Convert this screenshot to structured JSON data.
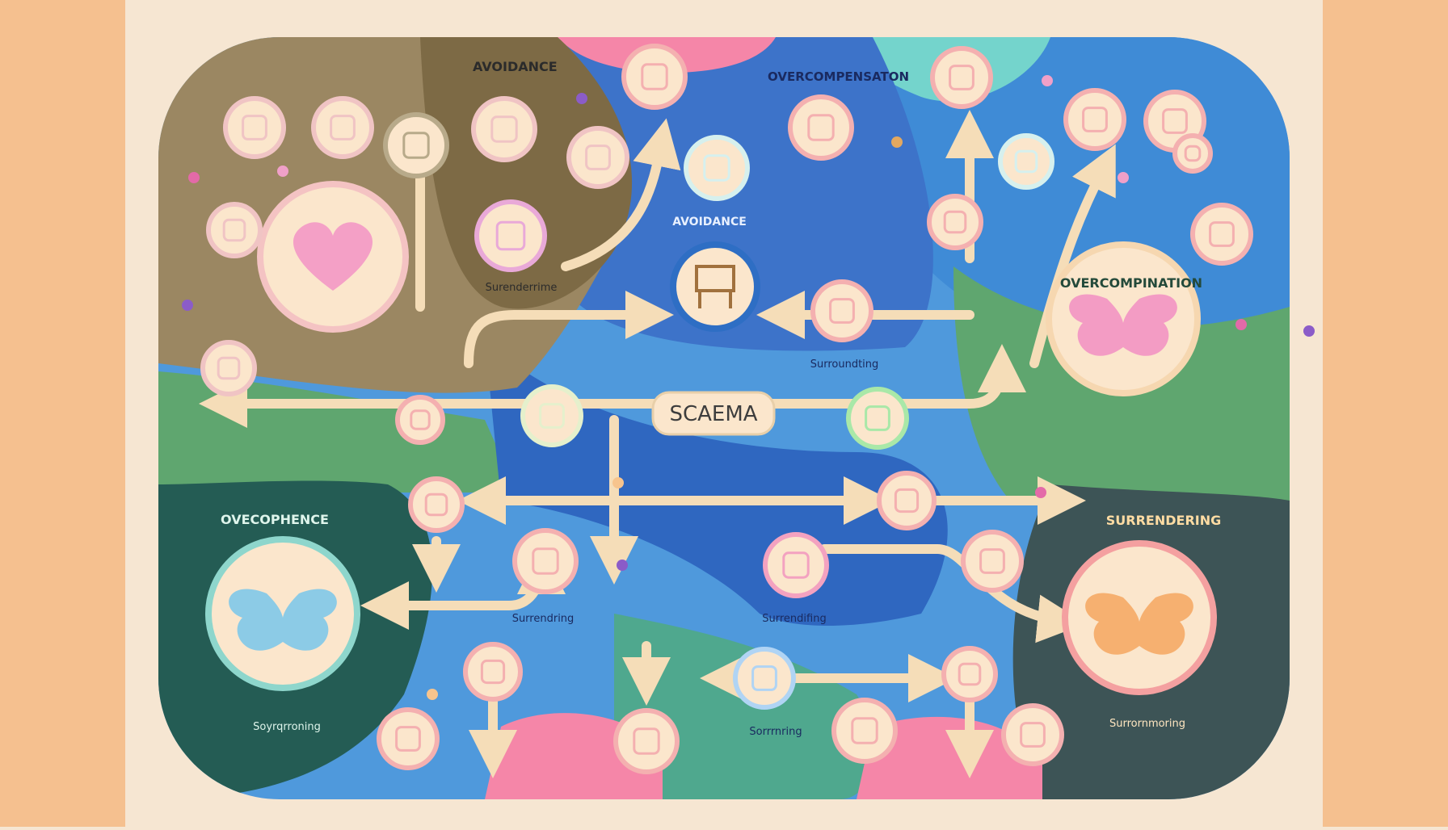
{
  "colors": {
    "page_bg": "#f6e6d2",
    "side_bar": "#f5c08f",
    "panel_brown": "#9b8762",
    "panel_blue": "#3d73c9",
    "panel_sky": "#4f99dc",
    "panel_green": "#5fa66f",
    "panel_teal": "#245c54",
    "panel_slate": "#3d5456",
    "panel_pink": "#f586a8",
    "node_fill": "#fbe6cc",
    "arrow_cream": "#f5ddb8"
  },
  "labels": {
    "center": "SCAEMA",
    "avoidance_top": "AVOIDANCE",
    "avoidance_mid": "AVOIDANCE",
    "overcompensation_top": "OVERCOMPENSATON",
    "overcompensation_right": "OVERCOMPINATION",
    "overcophence": "OVECOPHENCE",
    "surrendering_right": "SURRENDERING",
    "surrenderrime": "Surenderrime",
    "surrounding_mid": "Surroundting",
    "surrendring_center": "Surrendring",
    "surrendrig_low": "Surrendifing",
    "soyrqrroning": "Soyrqrroning",
    "surrounding_bottom": "Sorrrnring",
    "surrounding_right_bottom": "Surrornmoring"
  },
  "icons": [
    "heart-icon",
    "butterfly-icon",
    "lotus-icon",
    "head-silhouette-icon",
    "bag-icon",
    "person-icon",
    "envelope-icon",
    "frame-icon",
    "gear-icon",
    "drop-icon",
    "puzzle-icon",
    "target-icon",
    "lightbulb-icon",
    "chair-icon",
    "tag-icon",
    "map-icon",
    "leaf-icon"
  ]
}
